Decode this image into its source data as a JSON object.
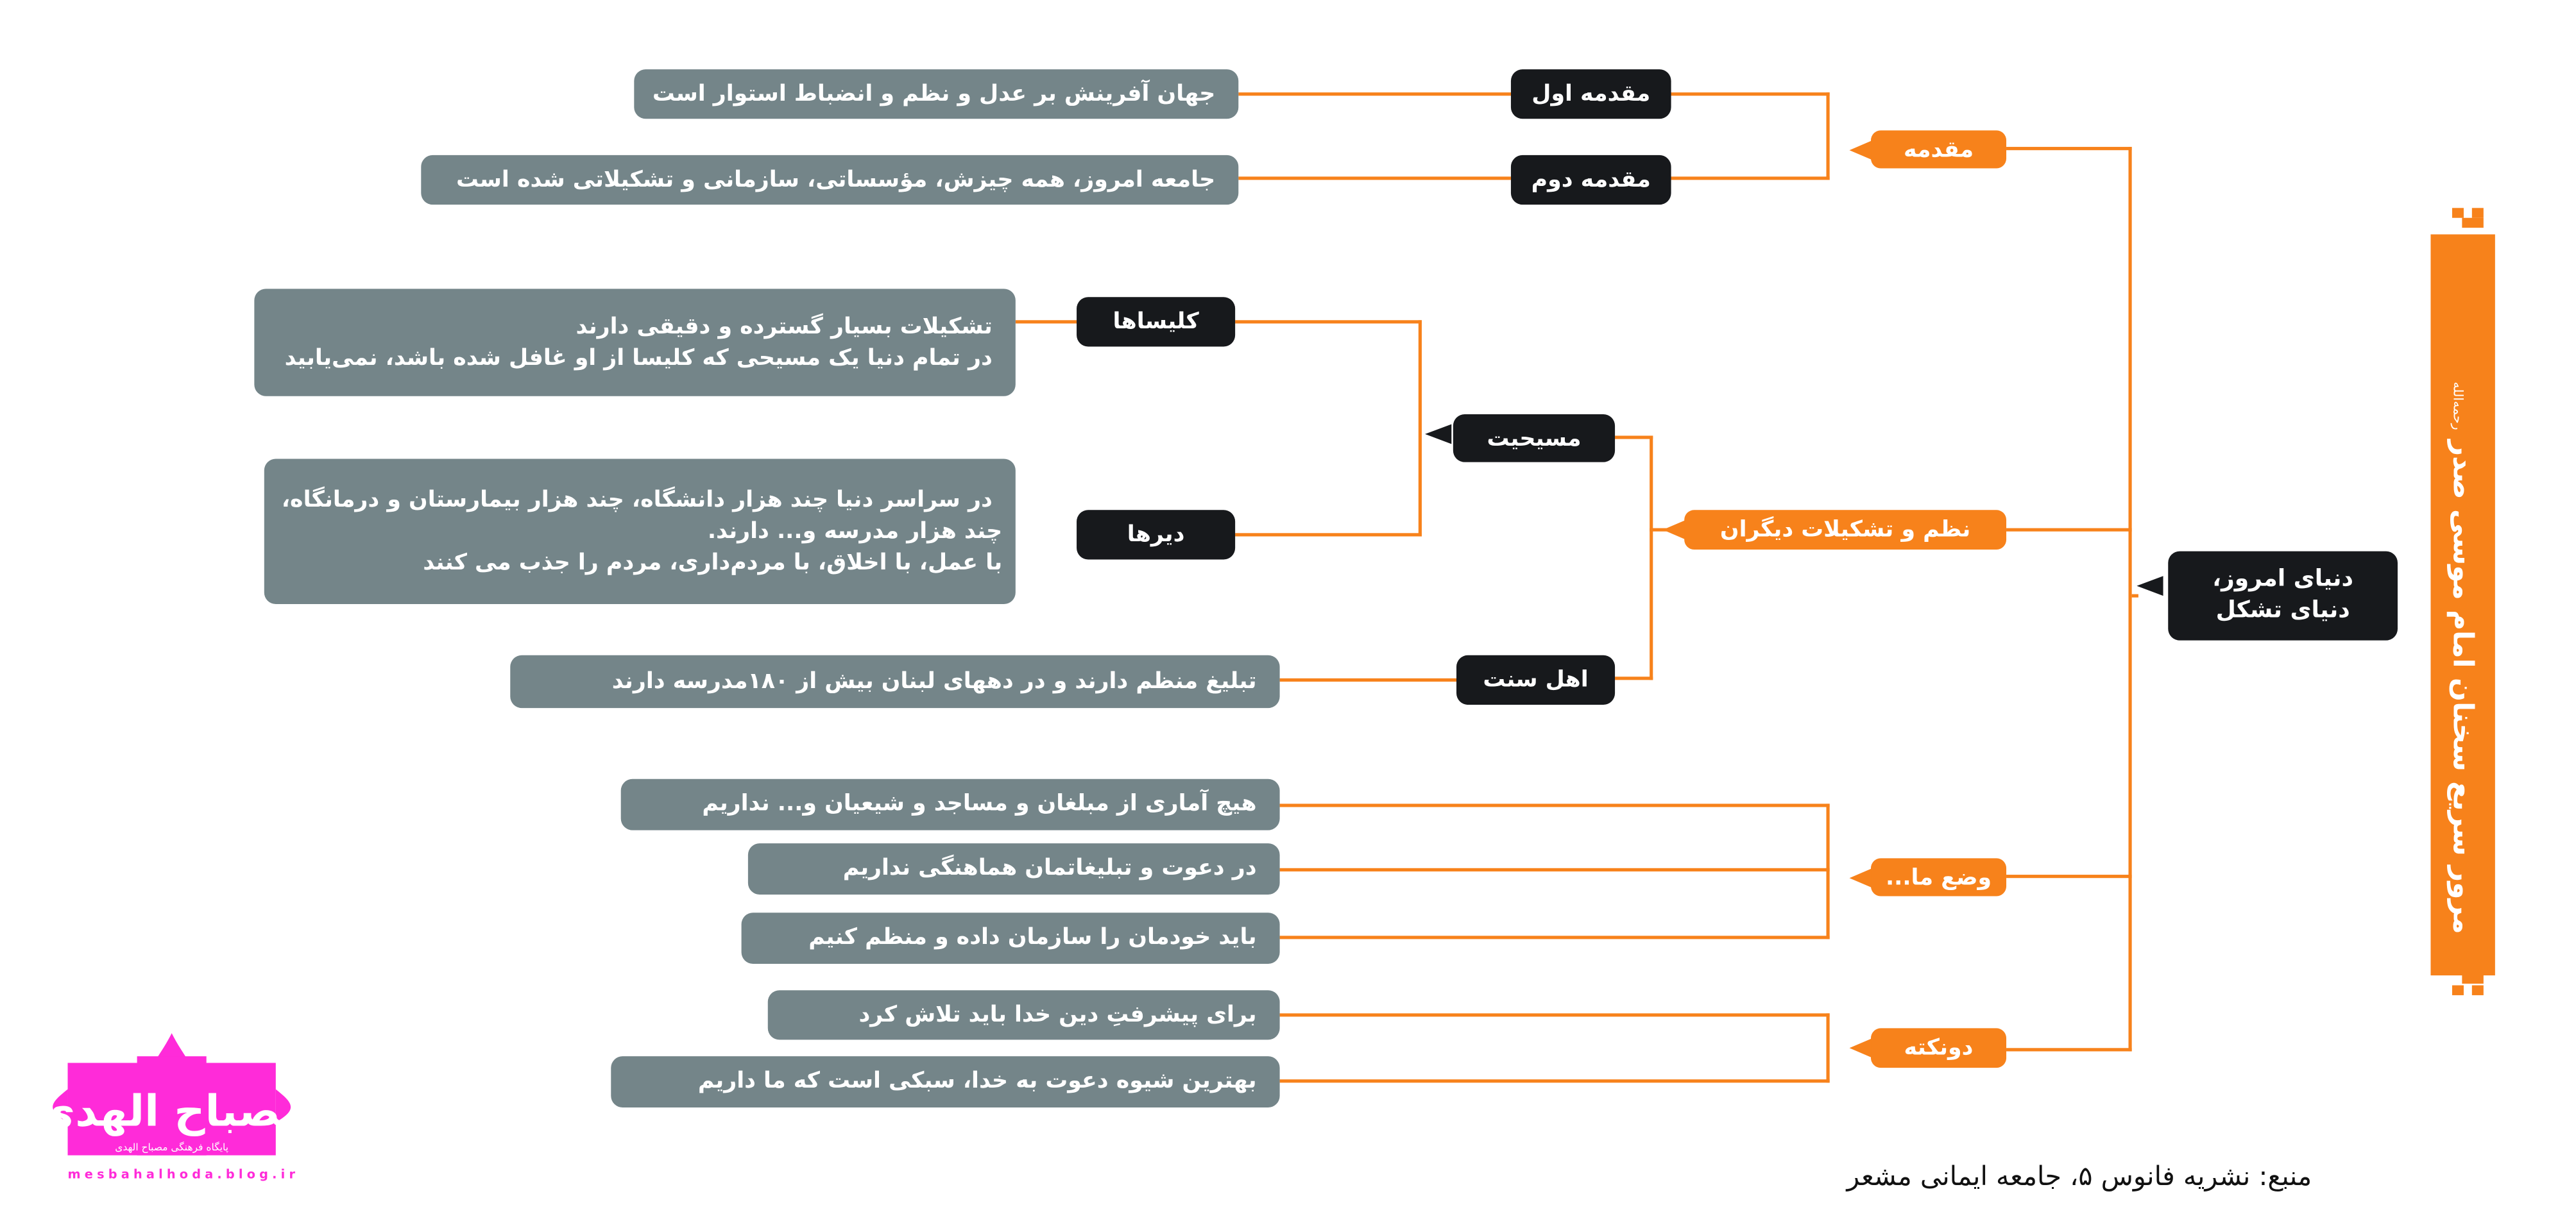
{
  "title": {
    "text": "مرور سریع سخنان امام موسی صدر",
    "honorific": "رحمه‌الله"
  },
  "root": {
    "label": "دنیای امروز، دنیای تشکل",
    "lines": [
      "دنیای امروز،",
      "دنیای تشکل"
    ]
  },
  "branches": {
    "intro": {
      "label": "مقدمه",
      "items": [
        {
          "label": "مقدمه اول",
          "text": "جهان آفرینش بر عدل و نظم و انضباط استوار است"
        },
        {
          "label": "مقدمه دوم",
          "text": "جامعه امروز، همه چیزش، مؤسساتی، سازمانی و تشکیلاتی شده است"
        }
      ]
    },
    "others": {
      "label": "نظم و تشکیلات دیگران",
      "christianity": {
        "label": "مسیحیت",
        "churches": {
          "label": "کلیساها",
          "lines": [
            "تشکیلات بسیار گسترده و دقیقی دارند",
            "در تمام دنیا یک مسیحی که کلیسا از او غافل شده باشد، نمی‌یابید"
          ]
        },
        "monasteries": {
          "label": "دیرها",
          "lines": [
            "در سراسر دنیا چند هزار دانشگاه، چند هزار بیمارستان و درمانگاه،",
            "چند هزار مدرسه و... دارند.",
            "با عمل، با اخلاق، با مردم‌داری، مردم را جذب می کنند"
          ]
        }
      },
      "sunni": {
        "label": "اهل سنت",
        "text": "تبلیغ منظم دارند و در دههای لبنان بیش از ۱۸۰مدرسه دارند"
      }
    },
    "ours": {
      "label": "وضع ما...",
      "items": [
        "هیچ آماری از مبلغان و مساجد و شیعیان و... نداریم",
        "در دعوت و تبلیغاتمان هماهنگی نداریم",
        "باید خودمان را سازمان داده و منظم کنیم"
      ]
    },
    "two_points": {
      "label": "دونکته",
      "items": [
        "برای پیشرفتِ دین خدا باید تلاش کرد",
        "بهترین شیوه دعوت به خدا، سبکی است که ما داریم"
      ]
    }
  },
  "source": "منبع: نشریه فانوس ۵، جامعه ایمانی مشعر",
  "logo": {
    "name": "مصباح الهدی",
    "subtitle": "پایگاه فرهنگی مصباح الهدی",
    "url": "mesbahalhoda.blog.ir"
  },
  "colors": {
    "orange": "#f7821b",
    "dark": "#17191c",
    "grey": "#748589",
    "logo": "#ff2bd9"
  }
}
